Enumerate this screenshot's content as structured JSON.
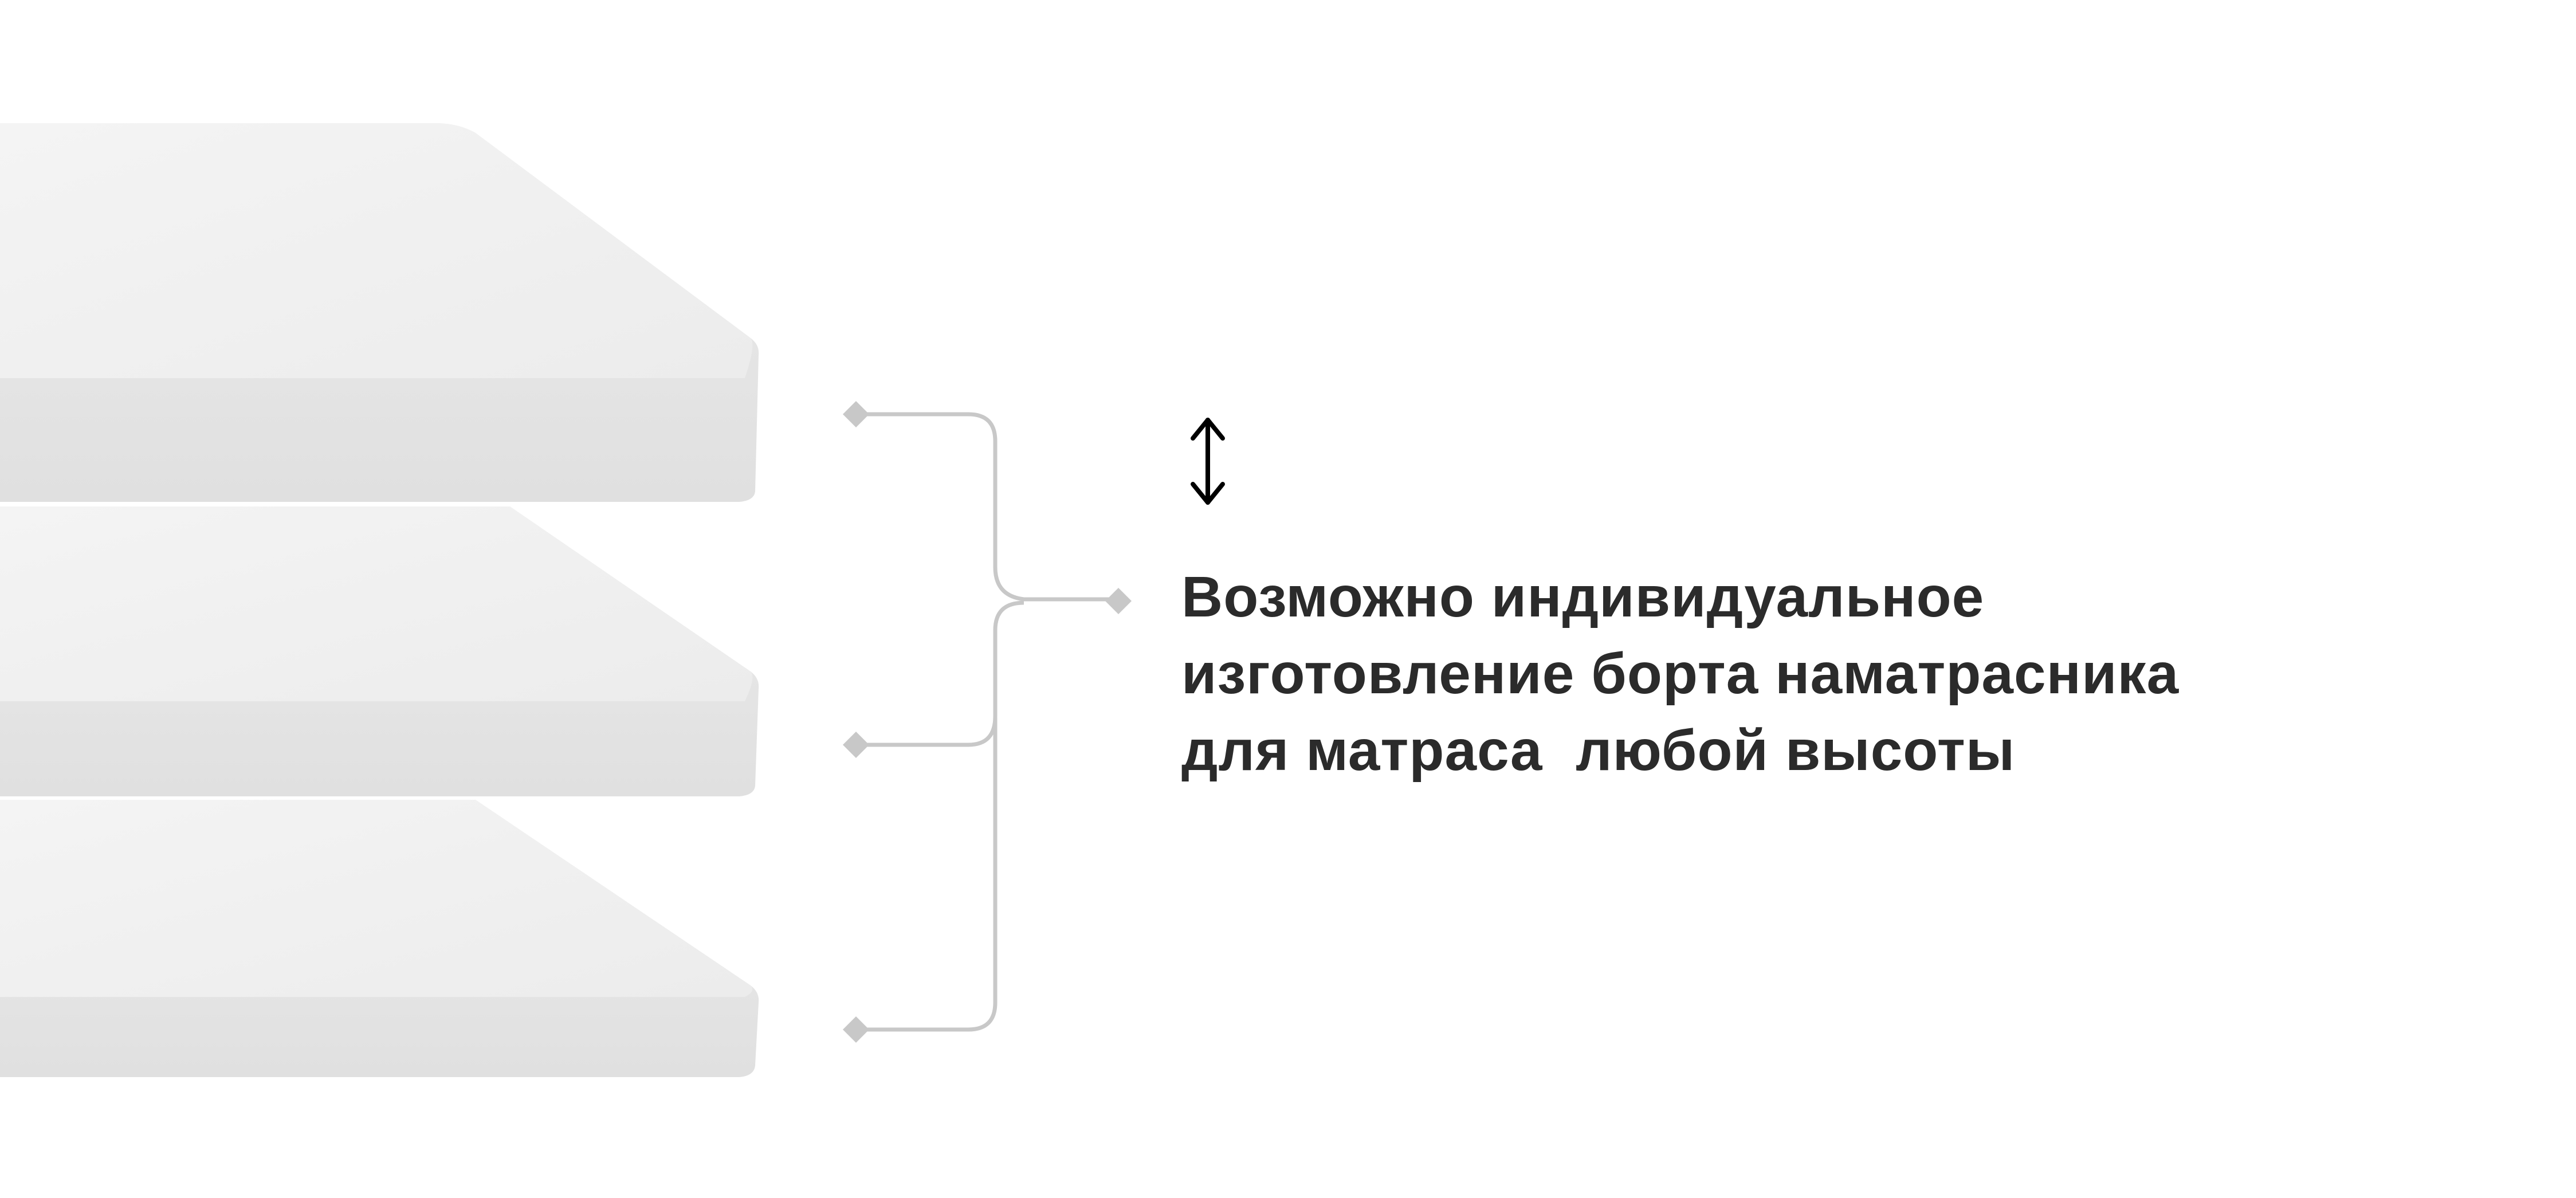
{
  "caption": {
    "lines": [
      "Возможно индивидуальное",
      "изготовление борта наматрасника",
      "для матраса  любой высоты"
    ]
  },
  "icons": {
    "height_arrow": "vertical-double-arrow-icon"
  },
  "colors": {
    "text": "#2b2b2b",
    "bracket": "#c8c8c8",
    "mattress": "#f1f1f1",
    "mattress_side": "#e6e6e6"
  }
}
